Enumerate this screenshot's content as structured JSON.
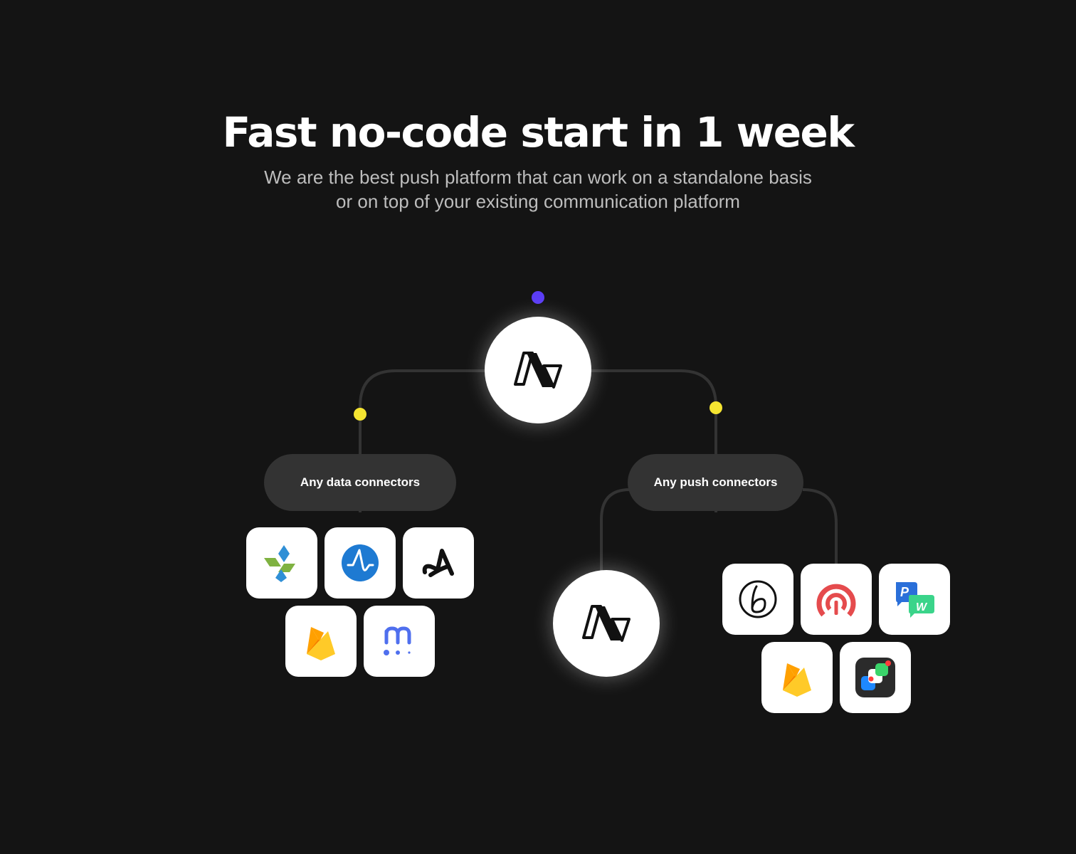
{
  "header": {
    "title": "Fast no-code start in 1 week",
    "subtitle": "We are the best push platform that can work on a standalone basis or on top of your existing communication platform"
  },
  "colors": {
    "background": "#141414",
    "connector_line": "#333333",
    "top_dot": "#5b3df5",
    "branch_dot": "#f5e531",
    "pill": "#333333",
    "tile": "#ffffff"
  },
  "diagram": {
    "hub_icon": "brand-logo-icon",
    "left_branch": {
      "label": "Any data connectors",
      "icons": [
        "kite-logo-icon",
        "amplitude-logo-icon",
        "appsflyer-logo-icon",
        "firebase-logo-icon",
        "mixpanel-logo-icon"
      ]
    },
    "right_branch": {
      "label": "Any push connectors",
      "self_icon": "brand-logo-icon",
      "icons": [
        "braze-logo-icon",
        "onesignal-logo-icon",
        "pushwoosh-logo-icon",
        "firebase-logo-icon",
        "app-blocks-logo-icon"
      ]
    }
  }
}
